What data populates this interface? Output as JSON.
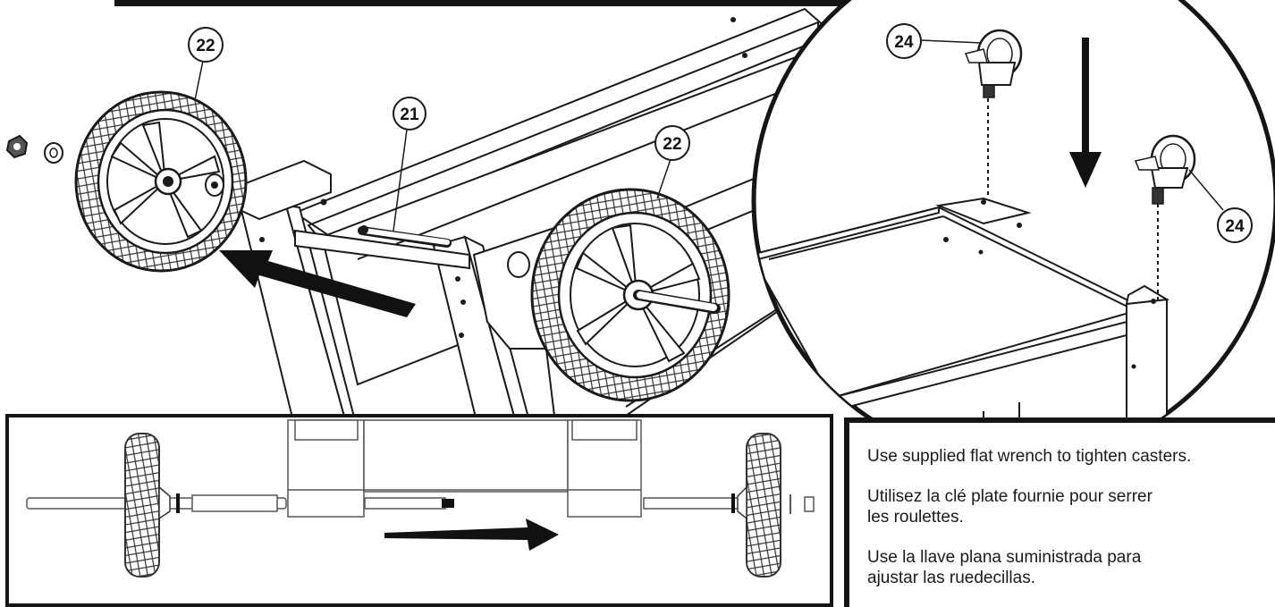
{
  "callouts": {
    "wheel_left": "22",
    "axle": "21",
    "wheel_right": "22",
    "caster_top": "24",
    "caster_right": "24"
  },
  "instructions": {
    "en": "Use supplied flat wrench to tighten casters.",
    "fr": "Utilisez la clé plate fournie pour serrer\nles roulettes.",
    "es": "Use la llave plana suministrada para\najustar las ruedecillas."
  },
  "colors": {
    "line": "#1a1a1a",
    "frame": "#151515",
    "arrow": "#111111",
    "background": "#ffffff"
  }
}
